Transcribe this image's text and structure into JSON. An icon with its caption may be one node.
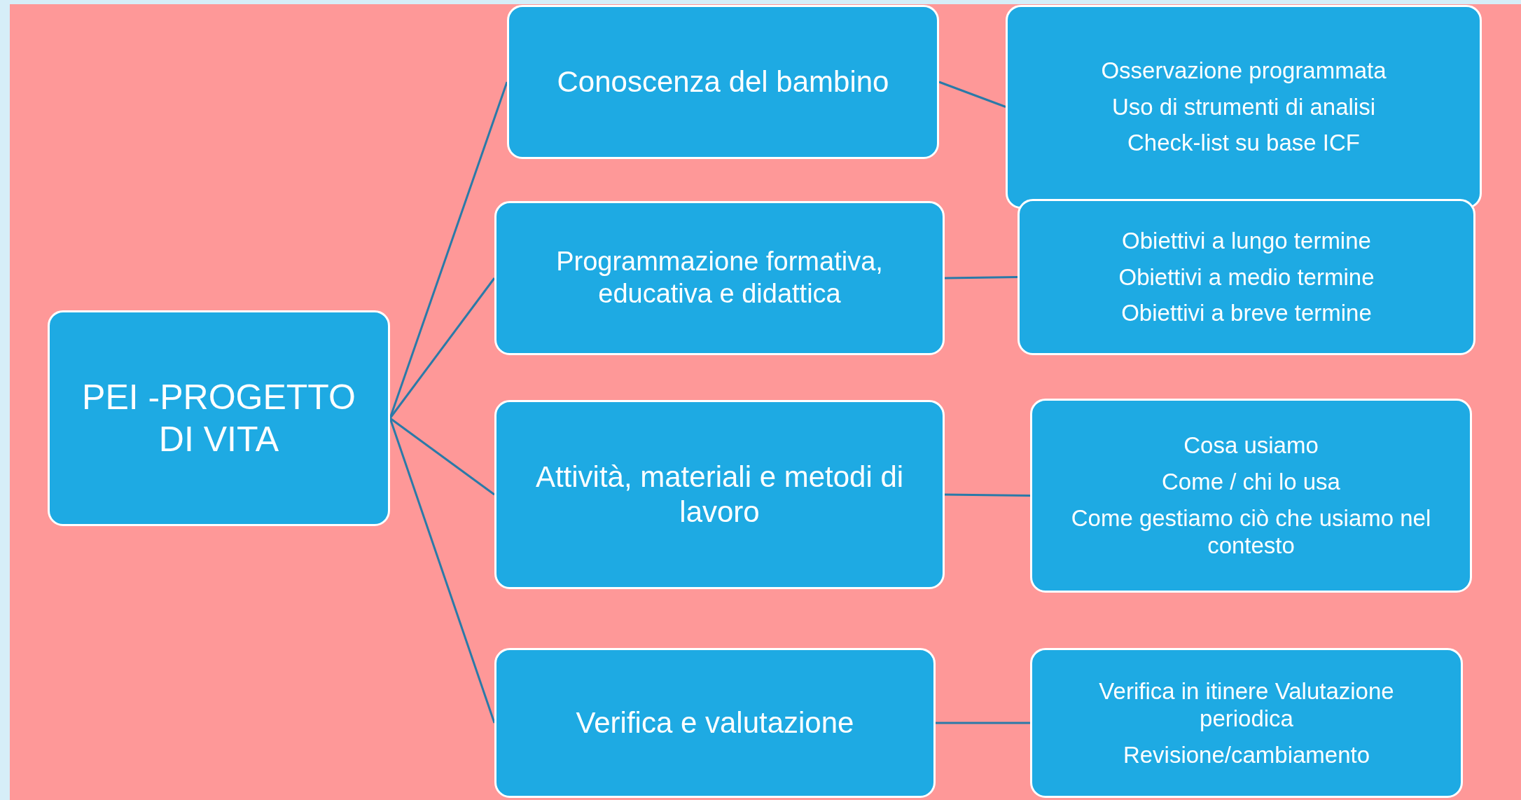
{
  "diagram": {
    "nodes": [
      {
        "text": [
          "PEI -PROGETTO DI VITA"
        ]
      },
      {
        "text": [
          "Conoscenza del bambino"
        ]
      },
      {
        "text": [
          "Programmazione formativa, educativa e didattica"
        ]
      },
      {
        "text": [
          "Attività, materiali e metodi di lavoro"
        ]
      },
      {
        "text": [
          "Verifica e valutazione"
        ]
      },
      {
        "text": [
          "Osservazione programmata",
          "Uso di strumenti di analisi",
          "Check-list su base ICF"
        ]
      },
      {
        "text": [
          "Obiettivi a lungo termine",
          "Obiettivi a medio termine",
          "Obiettivi a breve termine"
        ]
      },
      {
        "text": [
          "Cosa usiamo",
          "Come / chi lo usa",
          "Come gestiamo ciò che usiamo nel contesto"
        ]
      },
      {
        "text": [
          "Verifica in itinere  Valutazione periodica",
          "Revisione/cambiamento"
        ]
      }
    ],
    "edges": [
      {
        "from": 0,
        "to": 1,
        "arrow": "none"
      },
      {
        "from": 0,
        "to": 2,
        "arrow": "none"
      },
      {
        "from": 0,
        "to": 3,
        "arrow": "none"
      },
      {
        "from": 0,
        "to": 4,
        "arrow": "none"
      },
      {
        "from": 1,
        "to": 5,
        "arrow": "none"
      },
      {
        "from": 2,
        "to": 6,
        "arrow": "none"
      },
      {
        "from": 3,
        "to": 7,
        "arrow": "none"
      },
      {
        "from": 4,
        "to": 8,
        "arrow": "none"
      }
    ]
  }
}
